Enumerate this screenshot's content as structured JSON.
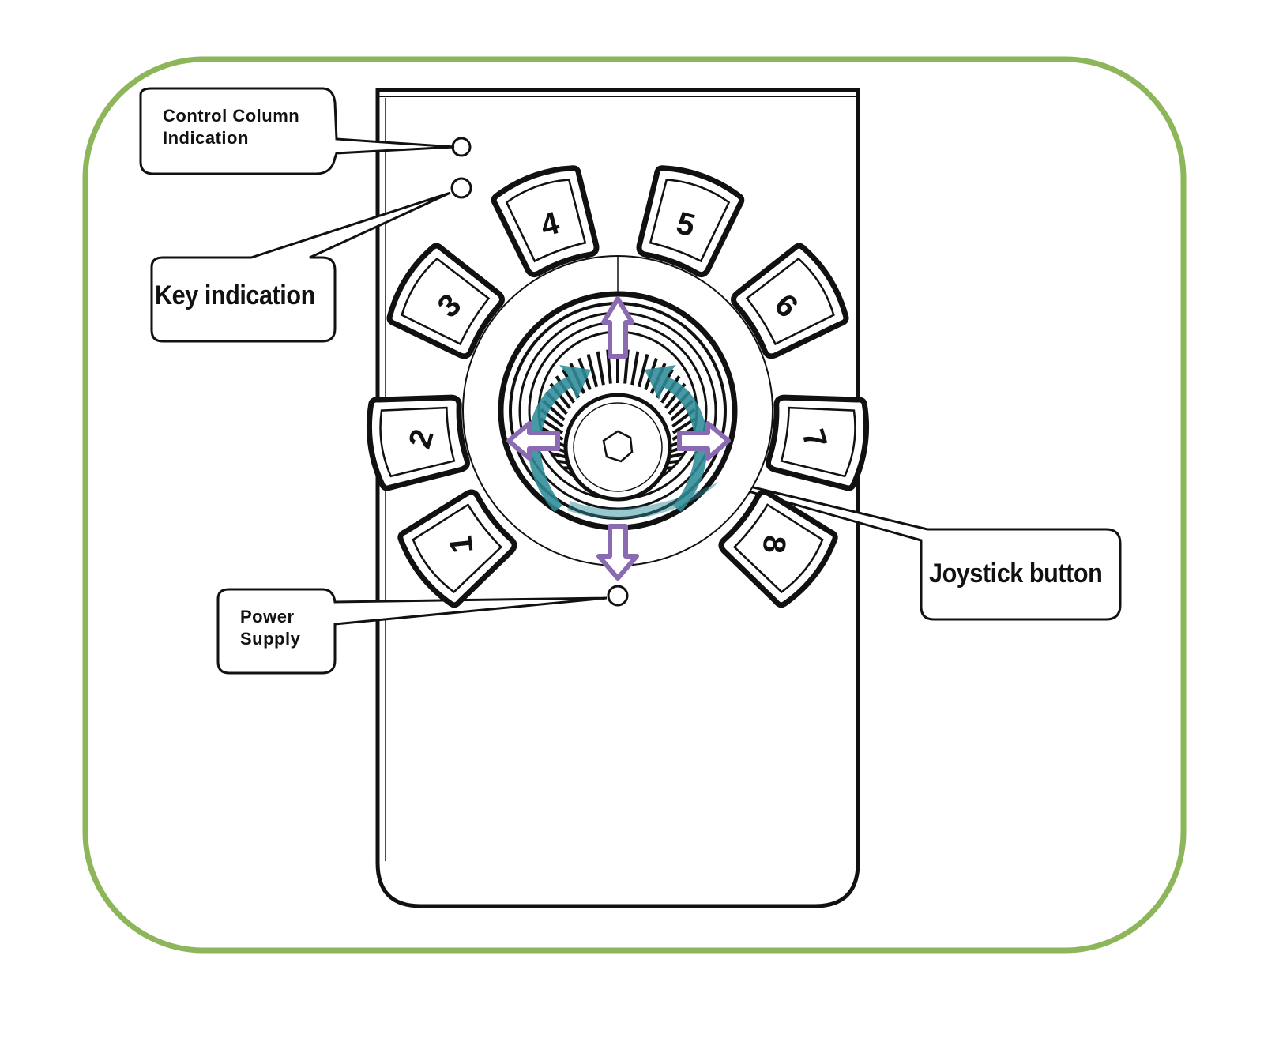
{
  "callouts": {
    "control_column": "Control Column\nIndication",
    "key_indication": "Key indication",
    "power_supply": "Power\nSupply",
    "joystick_button": "Joystick button"
  },
  "keys": [
    "1",
    "2",
    "3",
    "4",
    "5",
    "6",
    "7",
    "8"
  ],
  "colors": {
    "frame": "#8db55a",
    "outline": "#111111",
    "arrow": "#8a6ab0",
    "rotate": "#2e8b98"
  },
  "icons": {
    "directions": "four-way-arrows-icon",
    "rotation": "rotate-arrows-icon"
  }
}
